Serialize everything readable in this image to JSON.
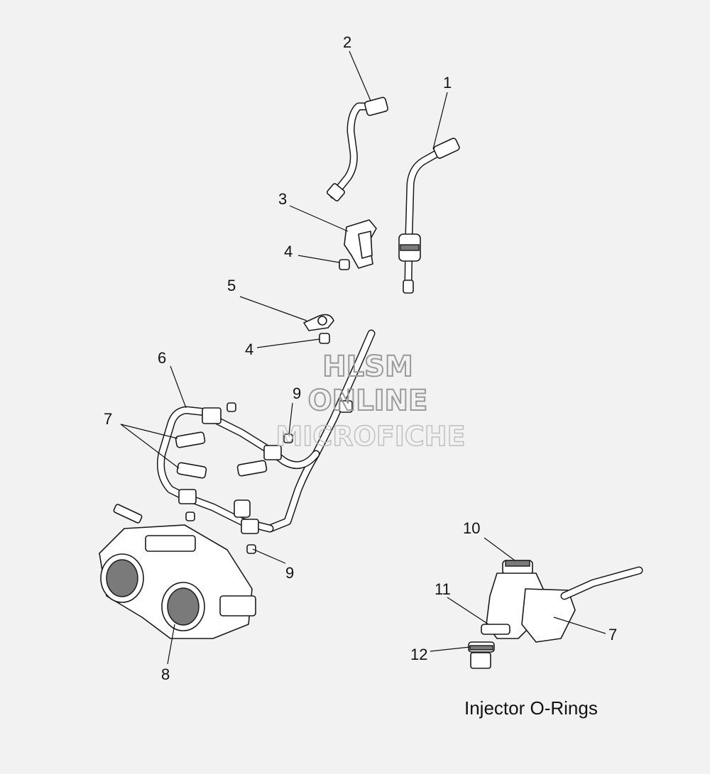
{
  "diagram": {
    "callouts": {
      "c1": "1",
      "c2": "2",
      "c3": "3",
      "c4a": "4",
      "c5": "5",
      "c4b": "4",
      "c6": "6",
      "c9a": "9",
      "c7a": "7",
      "c10": "10",
      "c11": "11",
      "c9b": "9",
      "c7b": "7",
      "c12": "12",
      "c8": "8"
    },
    "inset_caption": "Injector O-Rings",
    "watermark": {
      "line1": "HLSM",
      "line2": "ONLINE",
      "line3": "MICROFICHE"
    }
  }
}
